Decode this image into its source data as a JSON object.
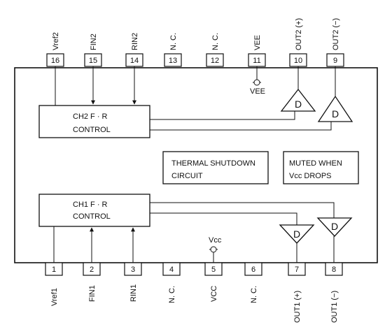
{
  "top_pins": [
    {
      "num": "16",
      "label": "Vref2"
    },
    {
      "num": "15",
      "label": "FIN2"
    },
    {
      "num": "14",
      "label": "RIN2"
    },
    {
      "num": "13",
      "label": "N. C."
    },
    {
      "num": "12",
      "label": "N. C."
    },
    {
      "num": "11",
      "label": "VEE"
    },
    {
      "num": "10",
      "label": "OUT2 (+)"
    },
    {
      "num": "9",
      "label": "OUT2 (−)"
    }
  ],
  "bottom_pins": [
    {
      "num": "1",
      "label": "Vref1"
    },
    {
      "num": "2",
      "label": "FIN1"
    },
    {
      "num": "3",
      "label": "RIN1"
    },
    {
      "num": "4",
      "label": "N. C."
    },
    {
      "num": "5",
      "label": "VCC"
    },
    {
      "num": "6",
      "label": "N. C."
    },
    {
      "num": "7",
      "label": "OUT1 (+)"
    },
    {
      "num": "8",
      "label": "OUT1 (−)"
    }
  ],
  "supply_labels": {
    "vee": "VEE",
    "vcc": "Vcc"
  },
  "ch2_block": {
    "line1": "CH2   F · R",
    "line2": "CONTROL"
  },
  "ch1_block": {
    "line1": "CH1   F · R",
    "line2": "CONTROL"
  },
  "thermal_block": {
    "line1": "THERMAL SHUTDOWN",
    "line2": "CIRCUIT"
  },
  "muted_block": {
    "line1": "MUTED WHEN",
    "line2": "Vcc DROPS"
  },
  "driver_label": "D"
}
